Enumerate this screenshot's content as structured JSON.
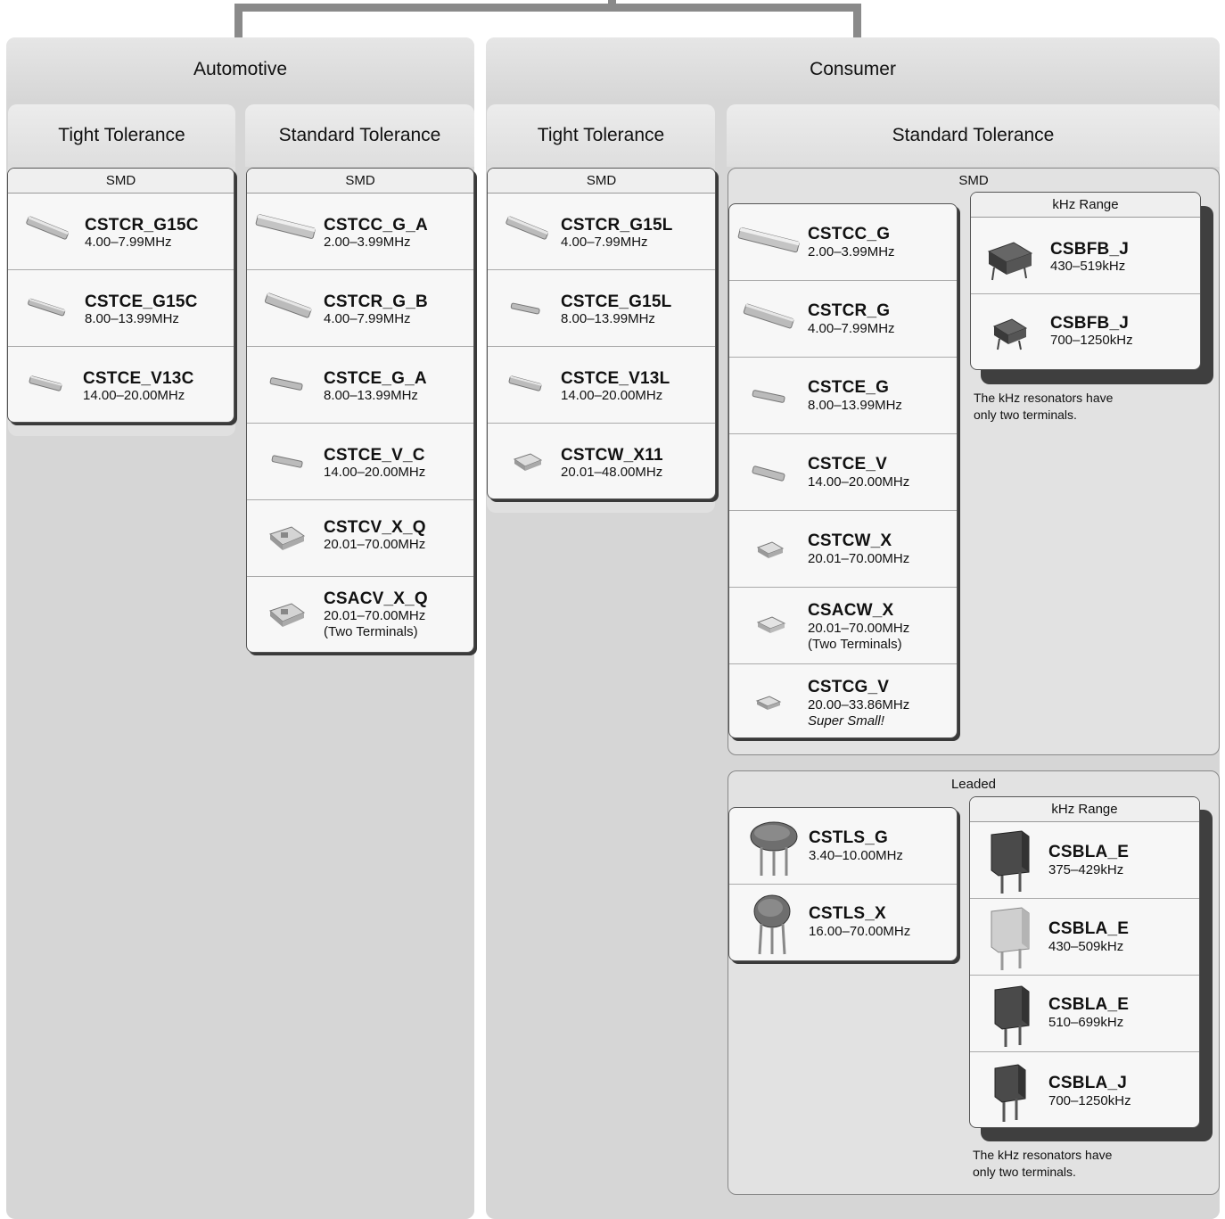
{
  "automotive": {
    "title": "Automotive",
    "tight": {
      "title": "Tight Tolerance",
      "smd_label": "SMD",
      "items": [
        {
          "name": "CSTCR_G15C",
          "freq": "4.00–7.99MHz"
        },
        {
          "name": "CSTCE_G15C",
          "freq": "8.00–13.99MHz"
        },
        {
          "name": "CSTCE_V13C",
          "freq": "14.00–20.00MHz"
        }
      ]
    },
    "standard": {
      "title": "Standard Tolerance",
      "smd_label": "SMD",
      "items": [
        {
          "name": "CSTCC_G_A",
          "freq": "2.00–3.99MHz"
        },
        {
          "name": "CSTCR_G_B",
          "freq": "4.00–7.99MHz"
        },
        {
          "name": "CSTCE_G_A",
          "freq": "8.00–13.99MHz"
        },
        {
          "name": "CSTCE_V_C",
          "freq": "14.00–20.00MHz"
        },
        {
          "name": "CSTCV_X_Q",
          "freq": "20.01–70.00MHz"
        },
        {
          "name": "CSACV_X_Q",
          "freq": "20.01–70.00MHz",
          "note": "(Two Terminals)"
        }
      ]
    }
  },
  "consumer": {
    "title": "Consumer",
    "tight": {
      "title": "Tight Tolerance",
      "smd_label": "SMD",
      "items": [
        {
          "name": "CSTCR_G15L",
          "freq": "4.00–7.99MHz"
        },
        {
          "name": "CSTCE_G15L",
          "freq": "8.00–13.99MHz"
        },
        {
          "name": "CSTCE_V13L",
          "freq": "14.00–20.00MHz"
        },
        {
          "name": "CSTCW_X11",
          "freq": "20.01–48.00MHz"
        }
      ]
    },
    "standard": {
      "title": "Standard Tolerance",
      "smd": {
        "label": "SMD",
        "items": [
          {
            "name": "CSTCC_G",
            "freq": "2.00–3.99MHz"
          },
          {
            "name": "CSTCR_G",
            "freq": "4.00–7.99MHz"
          },
          {
            "name": "CSTCE_G",
            "freq": "8.00–13.99MHz"
          },
          {
            "name": "CSTCE_V",
            "freq": "14.00–20.00MHz"
          },
          {
            "name": "CSTCW_X",
            "freq": "20.01–70.00MHz"
          },
          {
            "name": "CSACW_X",
            "freq": "20.01–70.00MHz",
            "note": "(Two Terminals)"
          },
          {
            "name": "CSTCG_V",
            "freq": "20.00–33.86MHz",
            "note": "Super Small!"
          }
        ],
        "khz": {
          "label": "kHz Range",
          "items": [
            {
              "name": "CSBFB_J",
              "freq": "430–519kHz"
            },
            {
              "name": "CSBFB_J",
              "freq": "700–1250kHz"
            }
          ],
          "note_line1": "The kHz resonators have",
          "note_line2": "only two terminals."
        }
      },
      "leaded": {
        "label": "Leaded",
        "items": [
          {
            "name": "CSTLS_G",
            "freq": "3.40–10.00MHz"
          },
          {
            "name": "CSTLS_X",
            "freq": "16.00–70.00MHz"
          }
        ],
        "khz": {
          "label": "kHz Range",
          "items": [
            {
              "name": "CSBLA_E",
              "freq": "375–429kHz"
            },
            {
              "name": "CSBLA_E",
              "freq": "430–509kHz"
            },
            {
              "name": "CSBLA_E",
              "freq": "510–699kHz"
            },
            {
              "name": "CSBLA_J",
              "freq": "700–1250kHz"
            }
          ],
          "note_line1": "The kHz resonators have",
          "note_line2": "only two terminals."
        }
      }
    }
  }
}
